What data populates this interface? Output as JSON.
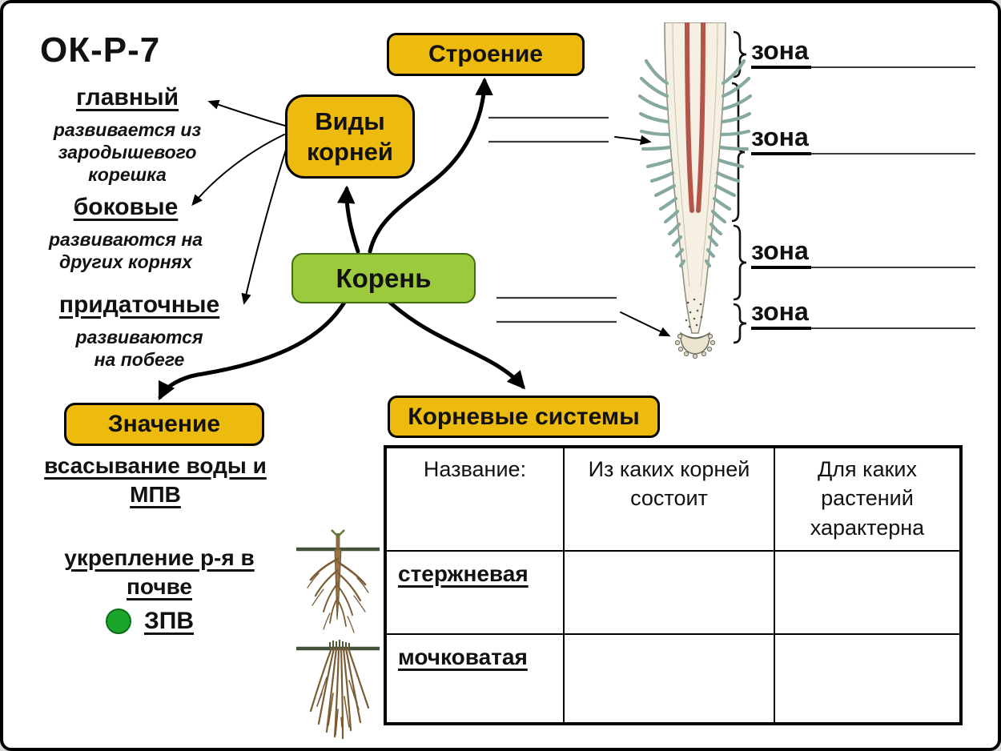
{
  "title": "ОК-Р-7",
  "colors": {
    "box_yellow": "#EDBB0E",
    "box_green": "#9BCB3C",
    "dot_green": "#1CA52B"
  },
  "nodes": {
    "structure": "Строение",
    "kinds": "Виды корней",
    "root": "Корень",
    "meaning": "Значение",
    "root_systems": "Корневые системы"
  },
  "root_types": [
    {
      "name": "главный",
      "desc": "развивается из зародышевого корешка"
    },
    {
      "name": "боковые",
      "desc": "развиваются на других корнях"
    },
    {
      "name": "придаточные",
      "desc": "развиваются на побеге"
    }
  ],
  "zone_labels": [
    "зона",
    "зона",
    "зона",
    "зона"
  ],
  "meaning_items": {
    "item1": "всасывание воды и МПВ",
    "item2": "укрепление р-я в почве",
    "item3": "ЗПВ"
  },
  "table": {
    "headers": [
      "Название:",
      "Из каких корней состоит",
      "Для каких растений характерна"
    ],
    "rows": [
      {
        "name": "стержневая"
      },
      {
        "name": "мочковатая"
      }
    ]
  }
}
